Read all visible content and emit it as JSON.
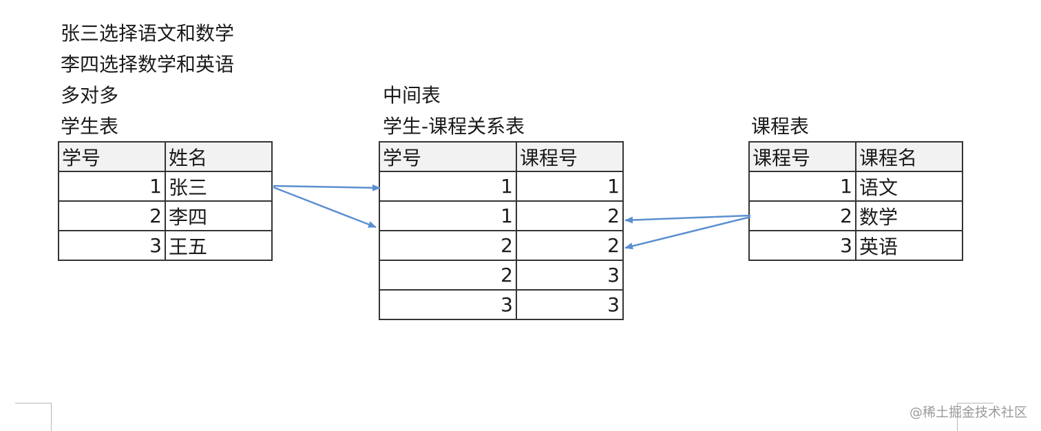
{
  "intro": {
    "line1": "张三选择语文和数学",
    "line2": "李四选择数学和英语",
    "line3": "多对多"
  },
  "student_table": {
    "title": "学生表",
    "headers": [
      "学号",
      "姓名"
    ],
    "rows": [
      [
        "1",
        "张三"
      ],
      [
        "2",
        "李四"
      ],
      [
        "3",
        "王五"
      ]
    ]
  },
  "relation_table": {
    "subtitle": "中间表",
    "title": "学生-课程关系表",
    "headers": [
      "学号",
      "课程号"
    ],
    "rows": [
      [
        "1",
        "1"
      ],
      [
        "1",
        "2"
      ],
      [
        "2",
        "2"
      ],
      [
        "2",
        "3"
      ],
      [
        "3",
        "3"
      ]
    ]
  },
  "course_table": {
    "title": "课程表",
    "headers": [
      "课程号",
      "课程名"
    ],
    "rows": [
      [
        "1",
        "语文"
      ],
      [
        "2",
        "数学"
      ],
      [
        "3",
        "英语"
      ]
    ]
  },
  "arrow_color": "#5b8fd0",
  "watermark": "@稀土掘金技术社区"
}
